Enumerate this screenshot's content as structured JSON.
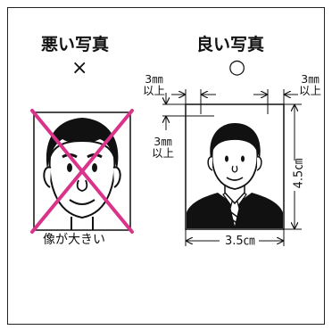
{
  "bad_photo": {
    "title": "悪い写真",
    "mark": "×",
    "caption": "像が大きい"
  },
  "good_photo": {
    "title": "良い写真",
    "mark": "○"
  },
  "dimensions": {
    "left_margin": "3㎜",
    "right_margin": "3㎜",
    "top_margin": "3㎜",
    "above": "以上",
    "width": "3.5㎝",
    "height": "4.5㎝"
  },
  "colors": {
    "x_mark": "#d9338a",
    "line": "#111111"
  }
}
